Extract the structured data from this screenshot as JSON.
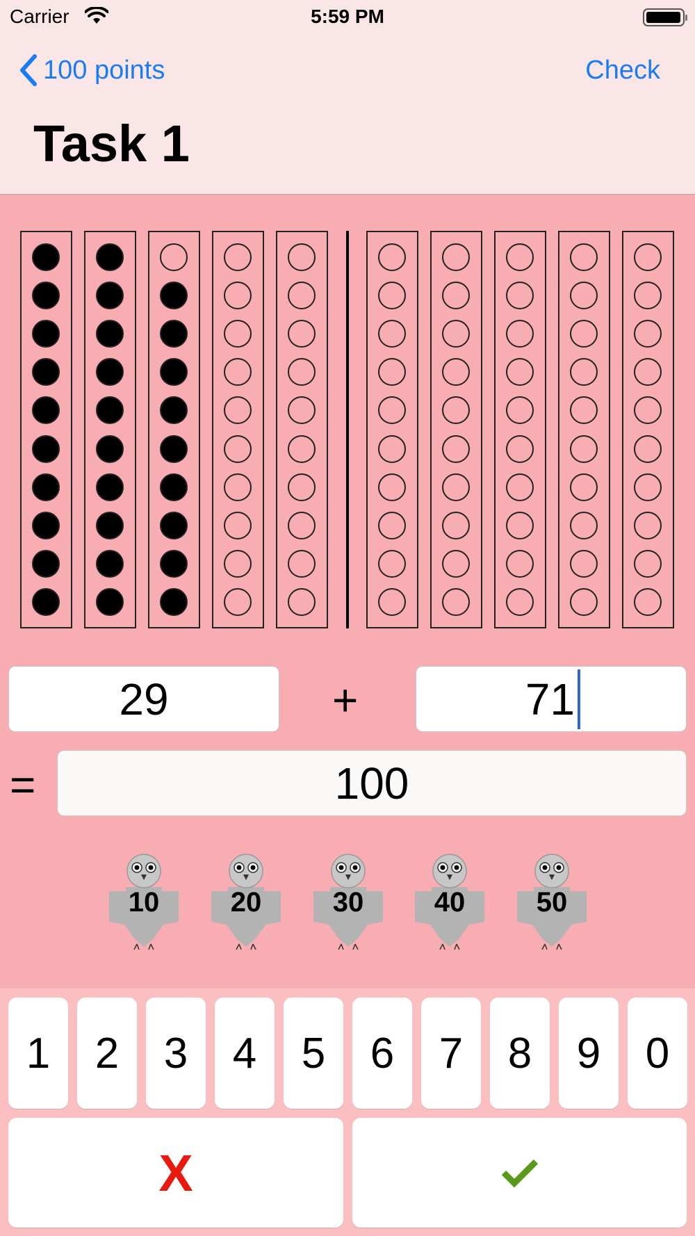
{
  "status_bar": {
    "carrier": "Carrier",
    "time": "5:59 PM"
  },
  "nav": {
    "back_label": "100 points",
    "check_label": "Check",
    "title": "Task 1"
  },
  "bead_frame": {
    "columns_left": [
      10,
      10,
      9,
      0,
      0
    ],
    "columns_right": [
      0,
      0,
      0,
      0,
      0
    ],
    "beads_per_column": 10
  },
  "equation": {
    "operand_a": "29",
    "operator": "+",
    "operand_b": "71",
    "equals": "=",
    "result": "100"
  },
  "owls": [
    {
      "label": "10"
    },
    {
      "label": "20"
    },
    {
      "label": "30"
    },
    {
      "label": "40"
    },
    {
      "label": "50"
    }
  ],
  "keypad": {
    "digits": [
      "1",
      "2",
      "3",
      "4",
      "5",
      "6",
      "7",
      "8",
      "9",
      "0"
    ],
    "delete_label": "X",
    "confirm_icon": "checkmark-icon"
  },
  "colors": {
    "accent": "#1a7cf5",
    "background": "#f7adb1",
    "header": "#fae6e7",
    "delete": "#e8190e",
    "confirm": "#5a9a1b"
  }
}
